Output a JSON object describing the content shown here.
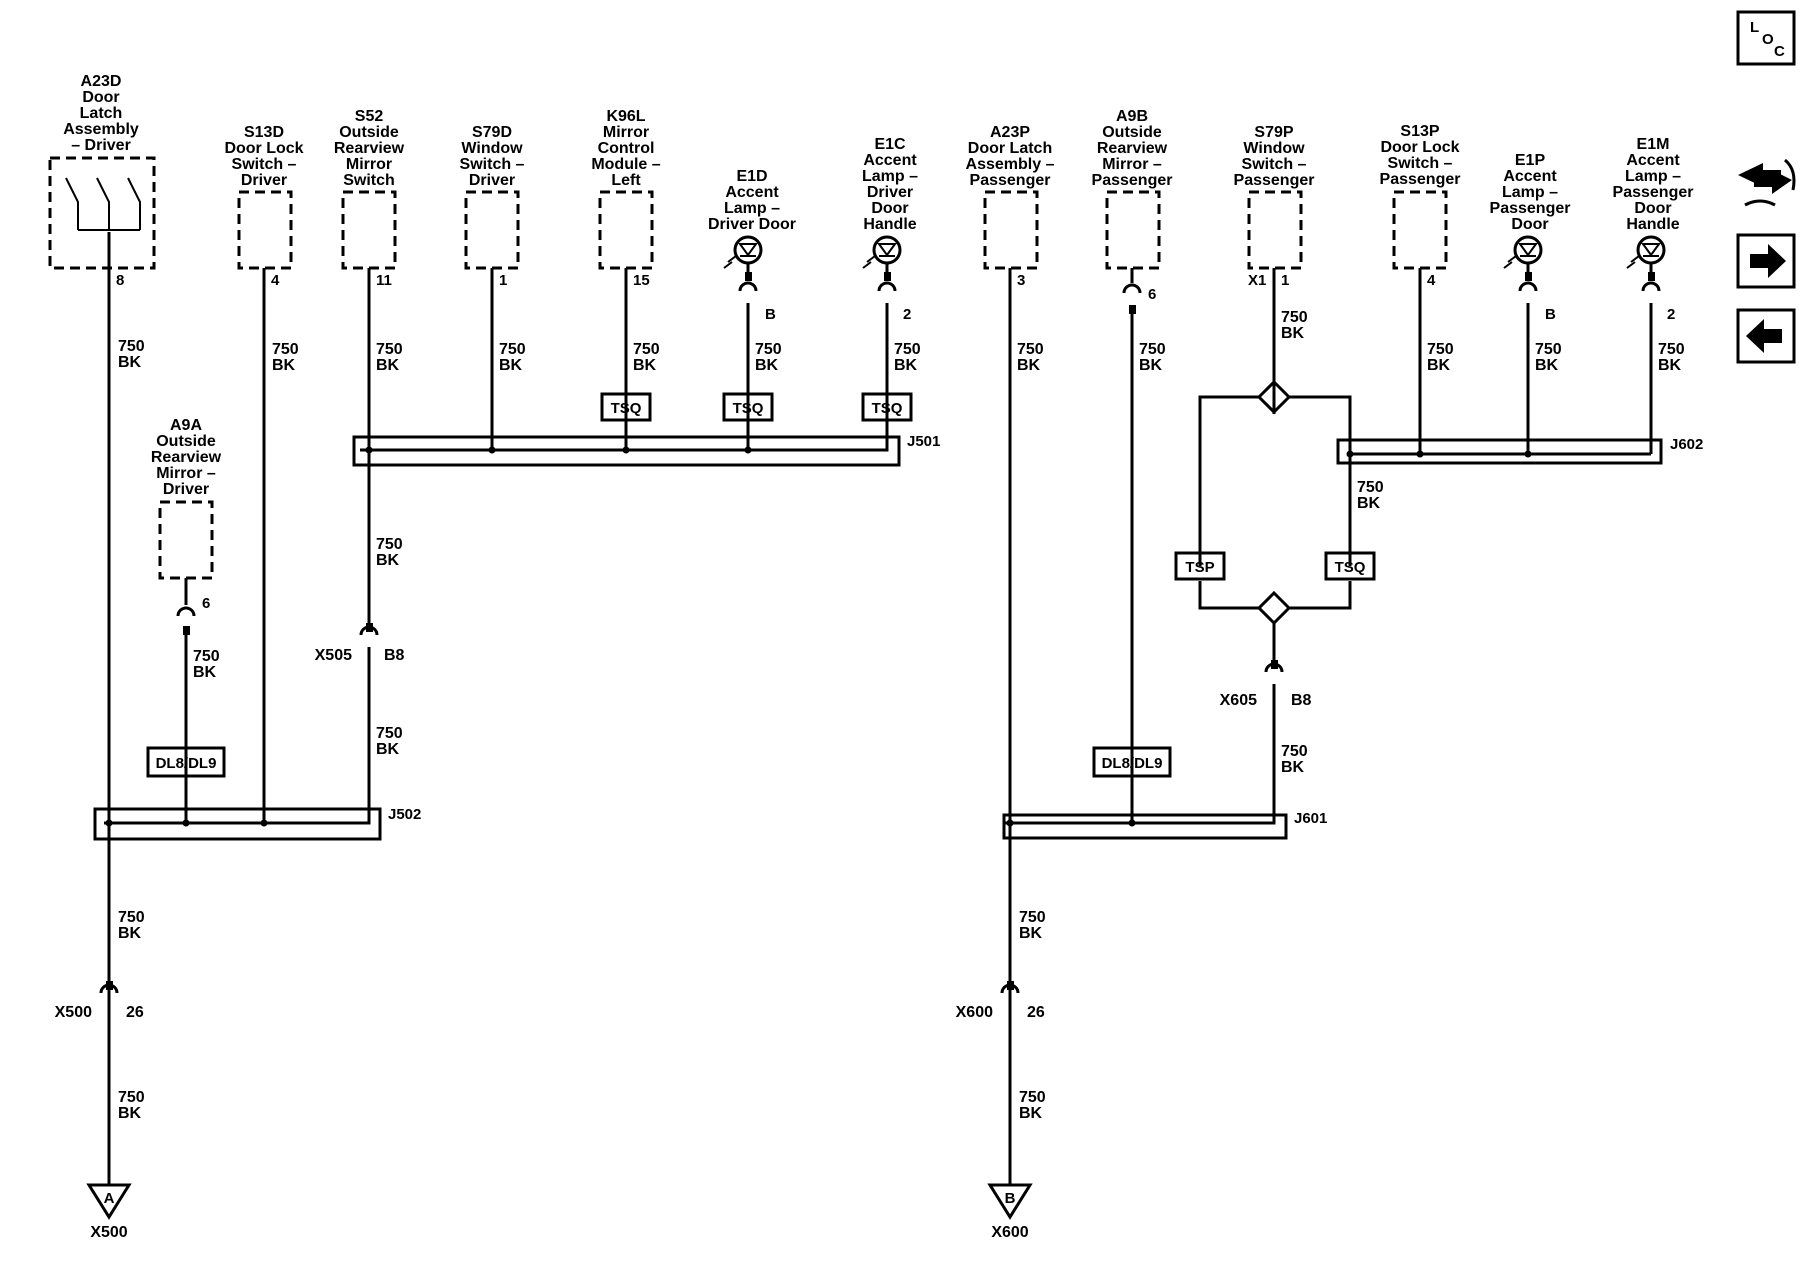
{
  "nav": {
    "loc_l": "L",
    "loc_o": "O",
    "loc_c": "C",
    "icons": [
      "loc-icon",
      "swap-arrows-icon",
      "next-arrow-icon",
      "back-arrow-icon"
    ]
  },
  "components": {
    "a23d": [
      "A23D",
      "Door",
      "Latch",
      "Assembly",
      "– Driver"
    ],
    "s13d": [
      "S13D",
      "Door Lock",
      "Switch –",
      "Driver"
    ],
    "s52": [
      "S52",
      "Outside",
      "Rearview",
      "Mirror",
      "Switch"
    ],
    "s79d": [
      "S79D",
      "Window",
      "Switch –",
      "Driver"
    ],
    "k96l": [
      "K96L",
      "Mirror",
      "Control",
      "Module –",
      "Left"
    ],
    "e1d": [
      "E1D",
      "Accent",
      "Lamp –",
      "Driver Door"
    ],
    "e1c": [
      "E1C",
      "Accent",
      "Lamp –",
      "Driver",
      "Door",
      "Handle"
    ],
    "a23p": [
      "A23P",
      "Door Latch",
      "Assembly –",
      "Passenger"
    ],
    "a9b": [
      "A9B",
      "Outside",
      "Rearview",
      "Mirror –",
      "Passenger"
    ],
    "s79p": [
      "S79P",
      "Window",
      "Switch –",
      "Passenger"
    ],
    "s13p": [
      "S13P",
      "Door Lock",
      "Switch –",
      "Passenger"
    ],
    "e1p": [
      "E1P",
      "Accent",
      "Lamp –",
      "Passenger",
      "Door"
    ],
    "e1m": [
      "E1M",
      "Accent",
      "Lamp –",
      "Passenger",
      "Door",
      "Handle"
    ],
    "a9a": [
      "A9A",
      "Outside",
      "Rearview",
      "Mirror –",
      "Driver"
    ]
  },
  "pins": {
    "a23d": "8",
    "s13d": "4",
    "s52": "11",
    "s79d": "1",
    "k96l": "15",
    "e1d": "B",
    "e1c": "2",
    "a23p": "3",
    "a9b": "6",
    "s79p_x": "X1",
    "s79p": "1",
    "s13p": "4",
    "e1p": "B",
    "e1m": "2",
    "a9a": "6"
  },
  "wire": {
    "gauge": "750",
    "color": "BK"
  },
  "options": {
    "tsq": "TSQ",
    "tsp": "TSP",
    "dl": "DL8/DL9"
  },
  "splices": {
    "j501": "J501",
    "j502": "J502",
    "j601": "J601",
    "j602": "J602"
  },
  "connectors": {
    "x505": "X505",
    "x505_pin": "B8",
    "x605": "X605",
    "x605_pin": "B8",
    "x500": "X500",
    "x500_pin": "26",
    "x600": "X600",
    "x600_pin": "26"
  },
  "grounds": {
    "a_letter": "A",
    "a_name": "X500",
    "b_letter": "B",
    "b_name": "X600"
  }
}
